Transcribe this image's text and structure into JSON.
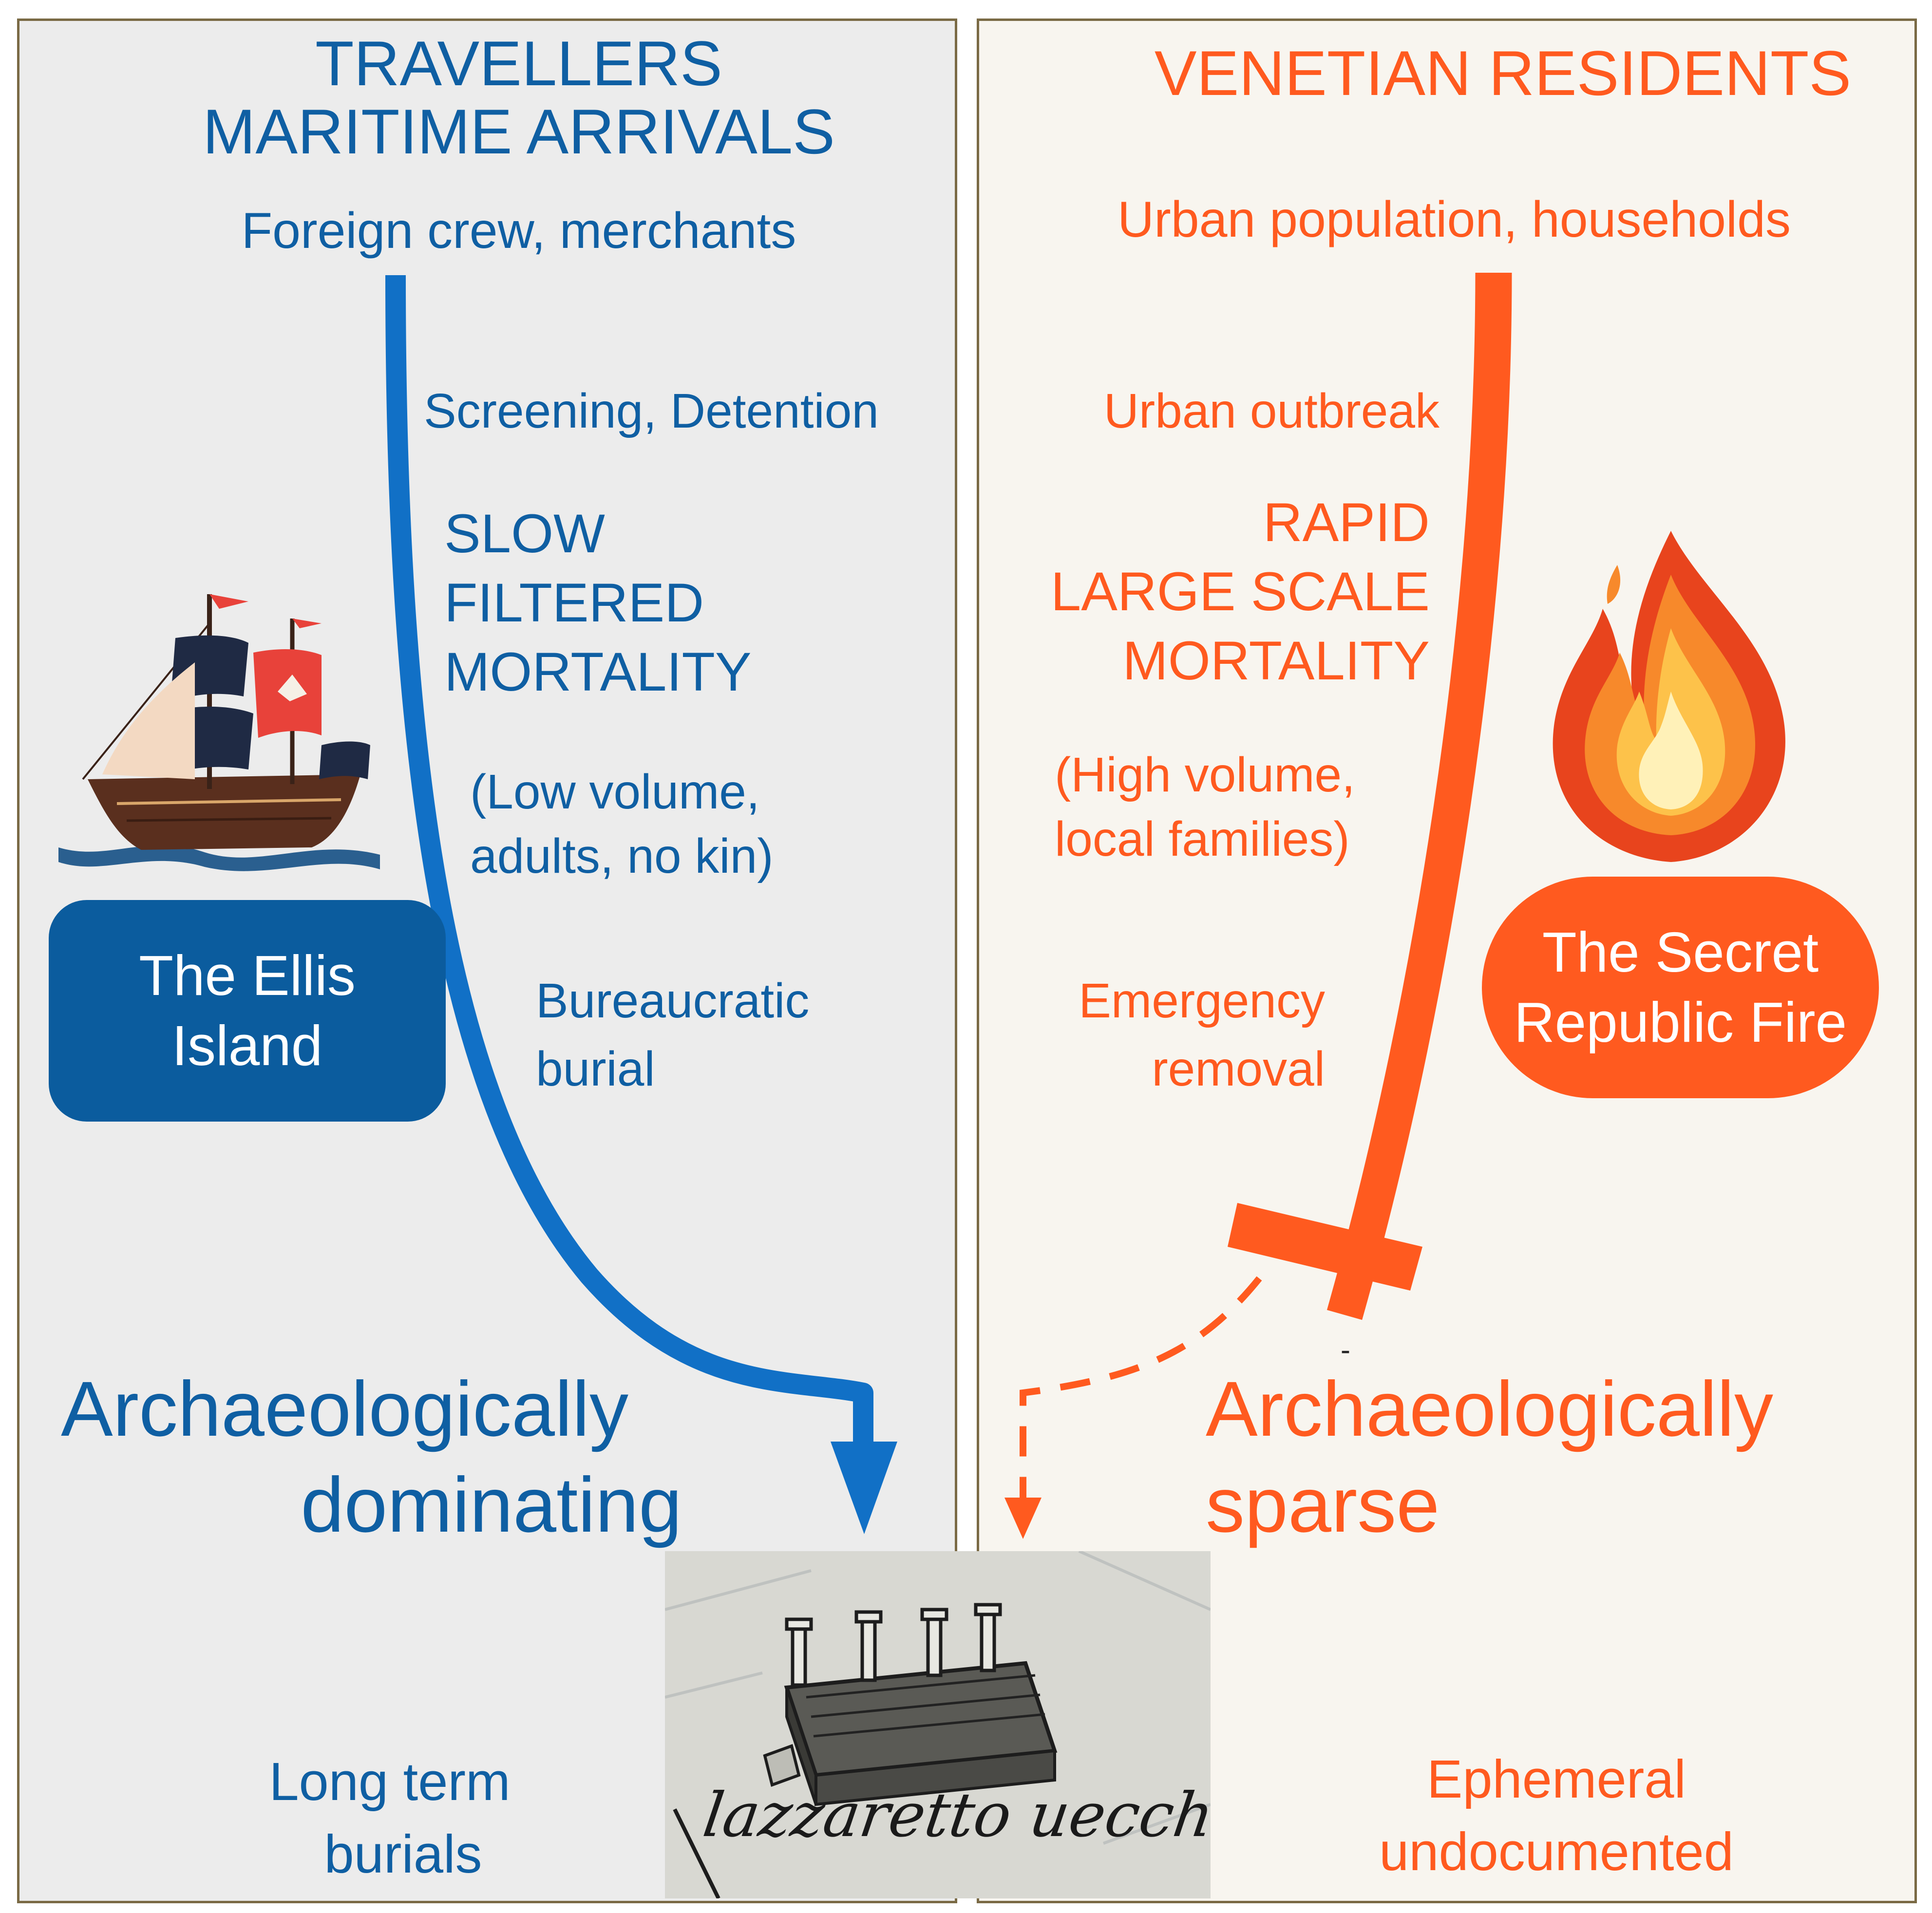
{
  "left": {
    "title_line1": "TRAVELLERS",
    "title_line2": "MARITIME ARRIVALS",
    "subtitle": "Foreign crew, merchants",
    "step1": "Screening, Detention",
    "step2_line1": "SLOW",
    "step2_line2": "FILTERED",
    "step2_line3": "MORTALITY",
    "step3_line1": "(Low volume,",
    "step3_line2": "adults, no kin)",
    "step4_line1": "Bureaucratic",
    "step4_line2": "burial",
    "box_line1": "The Ellis",
    "box_line2": "Island",
    "outcome_line1": "Archaeologically",
    "outcome_line2": "dominating",
    "footer_line1": "Long term",
    "footer_line2": "burials",
    "color": "#0f5fa3"
  },
  "right": {
    "title": "VENETIAN RESIDENTS",
    "subtitle": "Urban population, households",
    "step1": "Urban outbreak",
    "step2_line1": "RAPID",
    "step2_line2": "LARGE SCALE",
    "step2_line3": "MORTALITY",
    "step3_line1": "(High volume,",
    "step3_line2": "local families)",
    "step4_line1": "Emergency",
    "step4_line2": "removal",
    "box_line1": "The Secret",
    "box_line2": "Republic Fire",
    "stray_mark": "-",
    "outcome_line1": "Archaeologically",
    "outcome_line2": "sparse",
    "footer_line1": "Ephemeral",
    "footer_line2": "undocumented",
    "color": "#ff5a1f"
  },
  "center_image": {
    "caption": "lazzaretto uecchio"
  },
  "icons": {
    "ship": "ship-icon",
    "fire": "fire-icon",
    "lazzaretto": "lazzaretto-building-icon"
  }
}
